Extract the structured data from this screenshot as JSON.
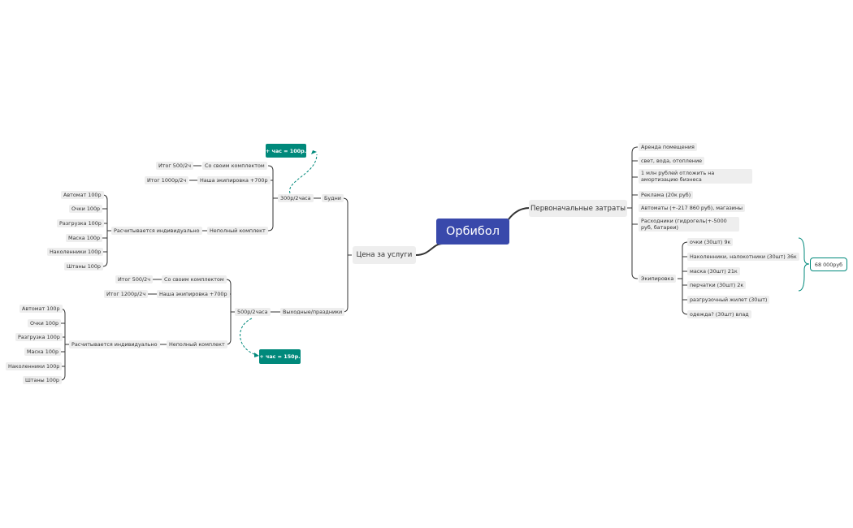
{
  "central": {
    "label": "Орбибол"
  },
  "left": {
    "main": "Цена за услуги",
    "weekdays": {
      "label": "Будни",
      "tier": "300р/2часа",
      "callout": "+ час = 100р.",
      "own_kit": {
        "label": "Со своим комплектом",
        "total": "Итог 500/2ч"
      },
      "our_kit": {
        "label": "Наша экипировка +700р",
        "total": "Итог 1000р/2ч"
      },
      "partial": {
        "label": "Неполный комплект",
        "calc": "Расчитывается индивидуально",
        "items": [
          "Автомат 100р",
          "Очки 100р",
          "Разгрузка 100р",
          "Маска 100р",
          "Наколенники 100р",
          "Штаны 100р"
        ]
      }
    },
    "weekends": {
      "label": "Выходные/праздники",
      "tier": "500р/2часа",
      "callout": "+ час = 150р.",
      "own_kit": {
        "label": "Со своим комплектом",
        "total": "Итог 500/2ч"
      },
      "our_kit": {
        "label": "Наша экипировка +700р",
        "total": "Итог 1200р/2ч"
      },
      "partial": {
        "label": "Неполный комплект",
        "calc": "Расчитывается индивидуально",
        "items": [
          "Автомат 100р",
          "Очки 100р",
          "Разгрузка 100р",
          "Маска 100р",
          "Наколенники 100р",
          "Штаны 100р"
        ]
      }
    }
  },
  "right": {
    "main": "Первоначальные затраты",
    "items": [
      "Аренда помещения",
      "свет, вода, отопление",
      "1 млн рублей отложить на амортизацию бизнеса",
      "Реклама (20к руб)",
      "Автоматы (+-217 860 руб), магазины",
      "Расходники (гидрогель(+-5000 руб, батареи)"
    ],
    "equipment": {
      "label": "Экипировка",
      "items": [
        "очки (30шт) 9к",
        "Наколенники, налокотники (30шт) 36к",
        "маска (30шт) 21к",
        "перчатки (30шт) 2к",
        "разгрузочный жилет (30шт)",
        "одежда? (30шт) влад"
      ],
      "summary": "68 000руб"
    }
  },
  "colors": {
    "central": "#3949ab",
    "accent": "#00897b",
    "node_bg": "#eeeeee",
    "line": "#333333"
  }
}
